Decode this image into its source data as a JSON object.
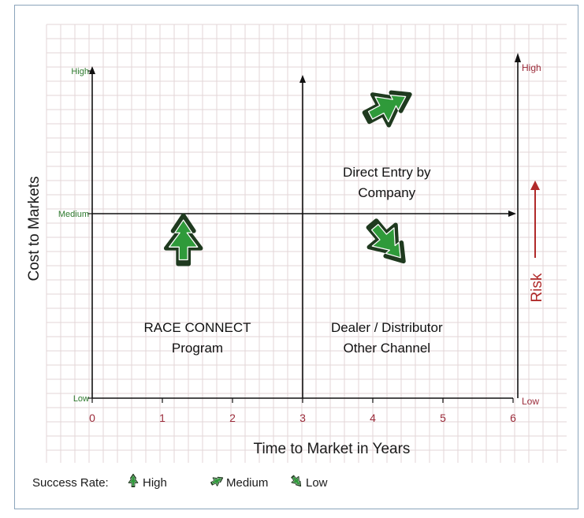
{
  "chart_data": {
    "type": "scatter",
    "xlabel": "Time to Market in Years",
    "ylabel": "Cost to Markets",
    "xlim": [
      0,
      6
    ],
    "x_ticks": [
      "0",
      "1",
      "2",
      "3",
      "4",
      "5",
      "6"
    ],
    "y_levels": [
      {
        "label": "Low",
        "value": 0
      },
      {
        "label": "Medium",
        "value": 1
      },
      {
        "label": "High",
        "value": 2
      }
    ],
    "ylim": [
      0,
      2
    ],
    "grid": true,
    "right_axis": {
      "label": "Risk",
      "top": "High",
      "bottom": "Low"
    },
    "points": [
      {
        "x": 4.2,
        "y": 1.75,
        "success": "Medium",
        "label_lines": [
          "Direct Entry by",
          "Company"
        ],
        "label_x": 4.2,
        "label_y": 1.26
      },
      {
        "x": 1.3,
        "y": 0.85,
        "success": "High",
        "label_lines": [
          "RACE CONNECT",
          "Program"
        ],
        "label_x": 1.5,
        "label_y": 0.36
      },
      {
        "x": 4.2,
        "y": 0.85,
        "success": "Low",
        "label_lines": [
          "Dealer / Distributor",
          "Other Channel"
        ],
        "label_x": 4.2,
        "label_y": 0.36
      }
    ],
    "legend": {
      "title": "Success Rate:",
      "items": [
        {
          "success": "High",
          "label": "High"
        },
        {
          "success": "Medium",
          "label": "Medium"
        },
        {
          "success": "Low",
          "label": "Low"
        }
      ],
      "placement": "bottom-left"
    },
    "colors": {
      "marker_fill": "#2f9a3a",
      "marker_outline": "#1f3a1f",
      "level_label": "#2e7a2e",
      "tick_label": "#9b2b3a",
      "risk": "#b02a2a",
      "grid": "#e3d5d7"
    }
  }
}
